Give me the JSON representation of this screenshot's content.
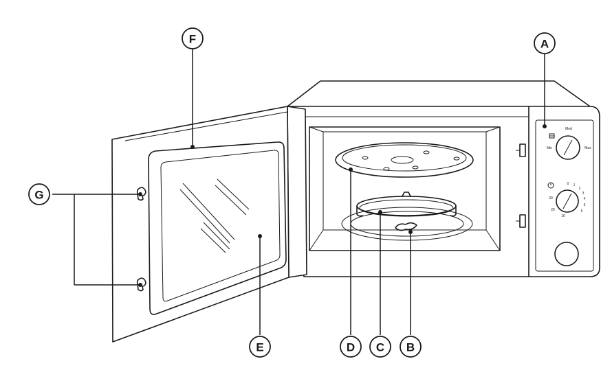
{
  "callouts": {
    "A": "A",
    "B": "B",
    "C": "C",
    "D": "D",
    "E": "E",
    "F": "F",
    "G": "G"
  },
  "power_dial": {
    "top": "Med",
    "left": "Min",
    "right": "Max"
  },
  "timer_dial": {
    "ticks": [
      "0",
      "1",
      "2",
      "3",
      "4",
      "5",
      "6",
      "10",
      "20",
      "30"
    ]
  },
  "colors": {
    "line": "#1a1a1a",
    "background": "#ffffff"
  }
}
